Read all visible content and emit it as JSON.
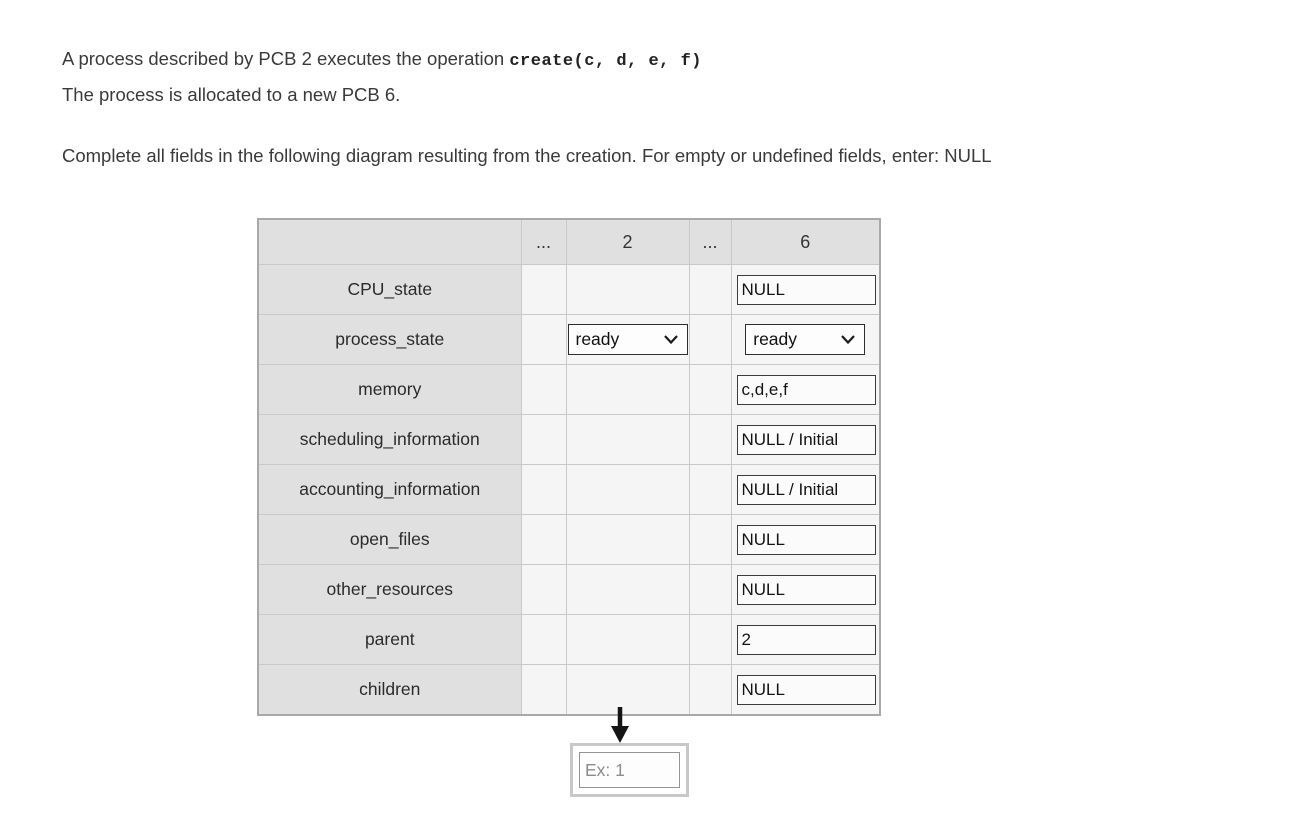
{
  "intro": {
    "line1_text": "A process described by PCB 2 executes the operation ",
    "line1_code": "create(c, d, e, f)",
    "line2": "The process is allocated to a new PCB 6.",
    "instruction": "Complete all fields in the following diagram resulting from the creation. For empty or undefined fields, enter: NULL"
  },
  "table": {
    "header": [
      "",
      "...",
      "2",
      "...",
      "6"
    ],
    "rows": [
      {
        "label": "CPU_state",
        "pcb6": {
          "type": "input",
          "value": "NULL"
        }
      },
      {
        "label": "process_state",
        "pcb2": {
          "type": "select",
          "value": "ready"
        },
        "pcb6": {
          "type": "select",
          "value": "ready"
        }
      },
      {
        "label": "memory",
        "pcb6": {
          "type": "input",
          "value": "c,d,e,f"
        }
      },
      {
        "label": "scheduling_information",
        "pcb6": {
          "type": "input",
          "value": "NULL / Initial"
        }
      },
      {
        "label": "accounting_information",
        "pcb6": {
          "type": "input",
          "value": "NULL / Initial"
        }
      },
      {
        "label": "open_files",
        "pcb6": {
          "type": "input",
          "value": "NULL"
        }
      },
      {
        "label": "other_resources",
        "pcb6": {
          "type": "input",
          "value": "NULL"
        }
      },
      {
        "label": "parent",
        "pcb6": {
          "type": "input",
          "value": "2"
        }
      },
      {
        "label": "children",
        "pcb6": {
          "type": "input",
          "value": "NULL"
        }
      }
    ]
  },
  "icons": {
    "select_chevron": "chevron-down ⌄",
    "flow_arrow": "arrow-down ↓"
  },
  "footer": {
    "answer_placeholder": "Ex: 1"
  }
}
